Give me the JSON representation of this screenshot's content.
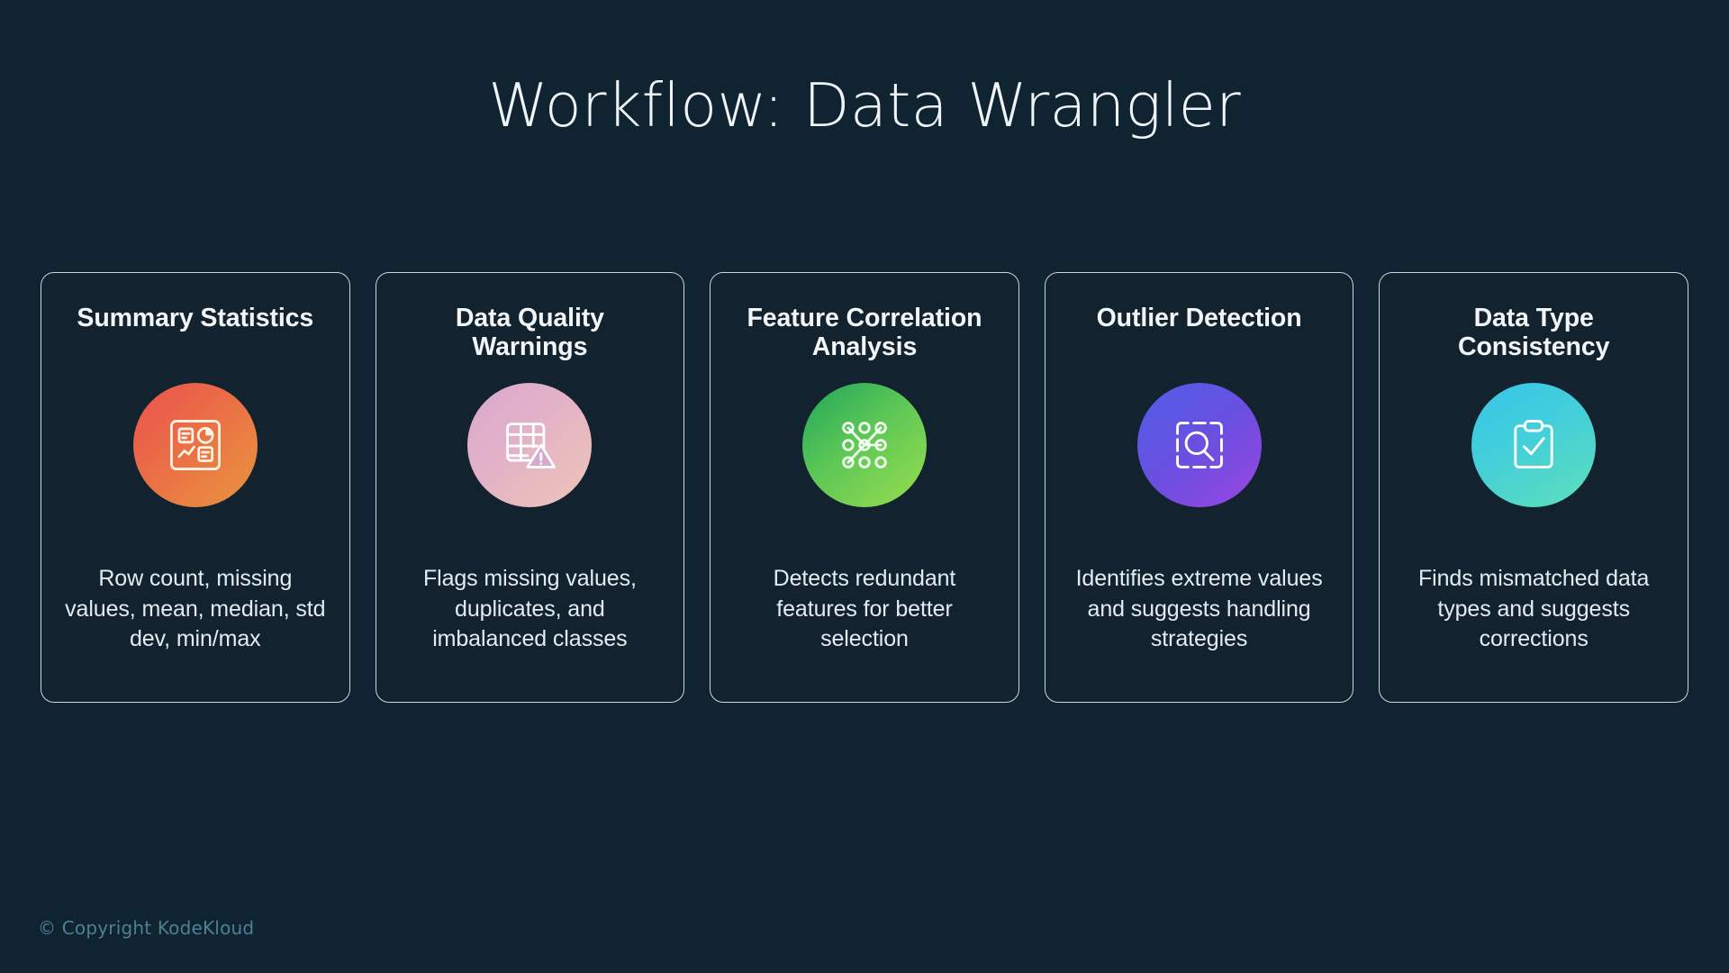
{
  "slide": {
    "title": "Workflow: Data Wrangler",
    "background_color": "#102330",
    "footer": "© Copyright KodeKloud",
    "footer_color": "#4d8094"
  },
  "cards": [
    {
      "title": "Summary Statistics",
      "description": "Row count, missing values, mean, median, std dev, min/max",
      "icon_name": "dashboard-report-icon",
      "icon_gradient_class": "g-sunset",
      "gradient_from": "#e8524f",
      "gradient_to": "#e8953f"
    },
    {
      "title": "Data Quality Warnings",
      "description": "Flags missing values, duplicates, and imbalanced classes",
      "icon_name": "table-warning-icon",
      "icon_gradient_class": "g-blush",
      "gradient_from": "#d9a8cf",
      "gradient_to": "#eec5b6"
    },
    {
      "title": "Feature Correlation Analysis",
      "description": "Detects redundant features for better selection",
      "icon_name": "node-network-icon",
      "icon_gradient_class": "g-leaf",
      "gradient_from": "#1fa65a",
      "gradient_to": "#9ade4e"
    },
    {
      "title": "Outlier Detection",
      "description": "Identifies extreme values and suggests handling strategies",
      "icon_name": "scan-magnifier-icon",
      "icon_gradient_class": "g-violet",
      "gradient_from": "#4f5ee8",
      "gradient_to": "#9b46e0"
    },
    {
      "title": "Data Type Consistency",
      "description": "Finds mismatched data types and suggests corrections",
      "icon_name": "clipboard-check-icon",
      "icon_gradient_class": "g-aqua",
      "gradient_from": "#37c6ea",
      "gradient_to": "#5fe0bb"
    }
  ]
}
